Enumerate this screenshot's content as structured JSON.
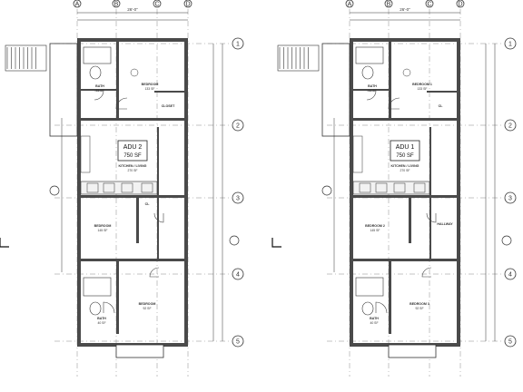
{
  "sheet": {
    "grid_columns": [
      "A",
      "B",
      "C",
      "D"
    ],
    "grid_rows": [
      "1",
      "2",
      "3",
      "4",
      "5"
    ],
    "overall_dim": "26'-0\""
  },
  "units": [
    {
      "id": "adu2",
      "name": "ADU 2",
      "area": "750 SF",
      "rooms": [
        {
          "key": "bedroom_top",
          "label": "BEDROOM",
          "area": "133 SF"
        },
        {
          "key": "kitchen_living",
          "label": "KITCHEN / LIVING",
          "area": "270 SF"
        },
        {
          "key": "bedroom_mid",
          "label": "BEDROOM",
          "area": "145 SF"
        },
        {
          "key": "bedroom_bottom",
          "label": "BEDROOM",
          "area": "92 SF"
        },
        {
          "key": "bath_top",
          "label": "BATH",
          "area": "43 SF"
        },
        {
          "key": "bath_bottom",
          "label": "BATH",
          "area": "40 SF"
        },
        {
          "key": "closet_top",
          "label": "CLOSET",
          "area": ""
        },
        {
          "key": "closet_mid",
          "label": "CL",
          "area": ""
        }
      ]
    },
    {
      "id": "adu1",
      "name": "ADU 1",
      "area": "750 SF",
      "rooms": [
        {
          "key": "bedroom_top",
          "label": "BEDROOM 1",
          "area": "133 SF"
        },
        {
          "key": "kitchen_living",
          "label": "KITCHEN / LIVING",
          "area": "270 SF"
        },
        {
          "key": "bedroom_mid",
          "label": "BEDROOM 2",
          "area": "145 SF"
        },
        {
          "key": "bedroom_bottom",
          "label": "BEDROOM 3",
          "area": "92 SF"
        },
        {
          "key": "bath_top",
          "label": "BATH",
          "area": "43 SF"
        },
        {
          "key": "bath_bottom",
          "label": "BATH",
          "area": "40 SF"
        },
        {
          "key": "closet_top",
          "label": "CL",
          "area": ""
        },
        {
          "key": "hallway",
          "label": "HALLWAY",
          "area": ""
        }
      ]
    }
  ]
}
